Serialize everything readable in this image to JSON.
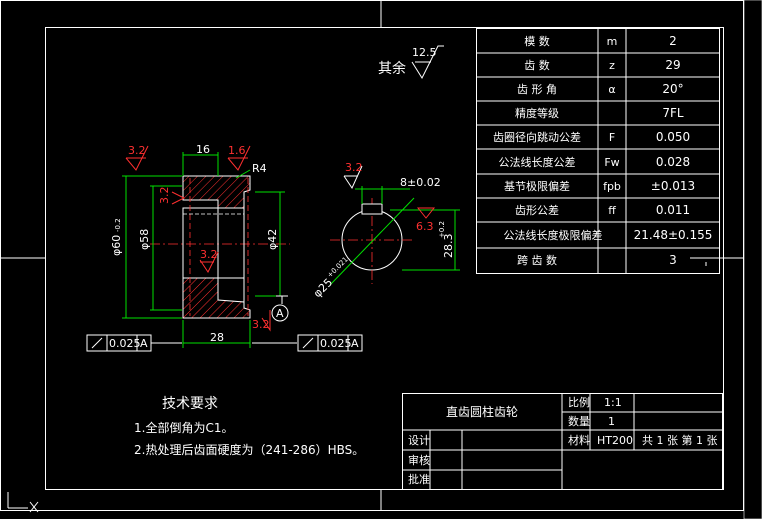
{
  "roughness_note": {
    "label": "其余",
    "value": "12.5"
  },
  "spec_table": {
    "rows": [
      {
        "name": "模 数",
        "symbol": "m",
        "value": "2"
      },
      {
        "name": "齿 数",
        "symbol": "z",
        "value": "29"
      },
      {
        "name": "齿 形 角",
        "symbol": "α",
        "value": "20°"
      },
      {
        "name": "精度等级",
        "symbol": "",
        "value": "7FL"
      },
      {
        "name": "齿圈径向跳动公差",
        "symbol": "F",
        "value": "0.050"
      },
      {
        "name": "公法线长度公差",
        "symbol": "Fw",
        "value": "0.028"
      },
      {
        "name": "基节极限偏差",
        "symbol": "fpb",
        "value": "±0.013"
      },
      {
        "name": "齿形公差",
        "symbol": "ff",
        "value": "0.011"
      },
      {
        "name": "公法线长度极限偏差",
        "symbol": "",
        "value": "21.48±0.155"
      },
      {
        "name": "跨 齿 数",
        "symbol": "",
        "value": "3"
      }
    ]
  },
  "dims": {
    "width_top": "16",
    "rough_left_top": "3.2",
    "rough_right_top": "1.6",
    "radius": "R4",
    "rough_side": "3.2",
    "rough_center": "3.2",
    "dia_outer": "φ60",
    "dia_outer_tol": "-0.2",
    "dia_58": "φ58",
    "dia_42": "φ42",
    "length_28": "28",
    "datum_label": "A",
    "rough_bottom": "3.2",
    "key_width": "8±0.02",
    "rough_key": "3.2",
    "rough_bore": "6.3",
    "key_depth": "28.3",
    "key_depth_tol": "+0.2",
    "bore_dia": "φ25",
    "bore_dia_tol": "+0.021"
  },
  "tolerances": [
    {
      "value": "0.025",
      "datum": "A"
    },
    {
      "value": "0.025",
      "datum": "A"
    }
  ],
  "tech_requirements": {
    "title": "技术要求",
    "items": [
      "1.全部倒角为C1。",
      "2.热处理后齿面硬度为（241-286）HBS。"
    ]
  },
  "title_block": {
    "part_name": "直齿圆柱齿轮",
    "scale_label": "比例",
    "scale_value": "1:1",
    "qty_label": "数量",
    "qty_value": "1",
    "material_label": "材料",
    "material_value": "HT200",
    "sheet_info": "共 1 张  第 1 张",
    "design_label": "设计",
    "review_label": "审核",
    "approve_label": "批准"
  }
}
